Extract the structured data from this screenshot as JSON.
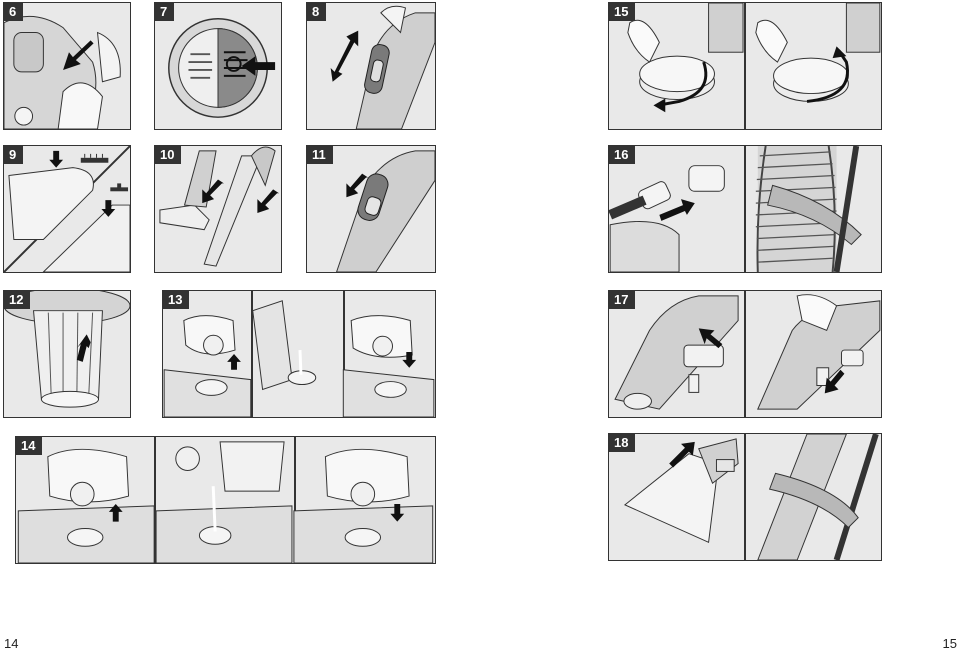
{
  "figures": [
    {
      "id": "fig-6",
      "label": "6"
    },
    {
      "id": "fig-7",
      "label": "7"
    },
    {
      "id": "fig-8",
      "label": "8"
    },
    {
      "id": "fig-9",
      "label": "9"
    },
    {
      "id": "fig-10",
      "label": "10"
    },
    {
      "id": "fig-11",
      "label": "11"
    },
    {
      "id": "fig-12",
      "label": "12"
    },
    {
      "id": "fig-13",
      "label": "13"
    },
    {
      "id": "fig-14",
      "label": "14"
    },
    {
      "id": "fig-15",
      "label": "15"
    },
    {
      "id": "fig-16",
      "label": "16"
    },
    {
      "id": "fig-17",
      "label": "17"
    },
    {
      "id": "fig-18",
      "label": "18"
    }
  ],
  "page_left": "14",
  "page_right": "15",
  "colors": {
    "ink": "#333333",
    "paper": "#e9e9e9",
    "arrow": "#111111"
  }
}
